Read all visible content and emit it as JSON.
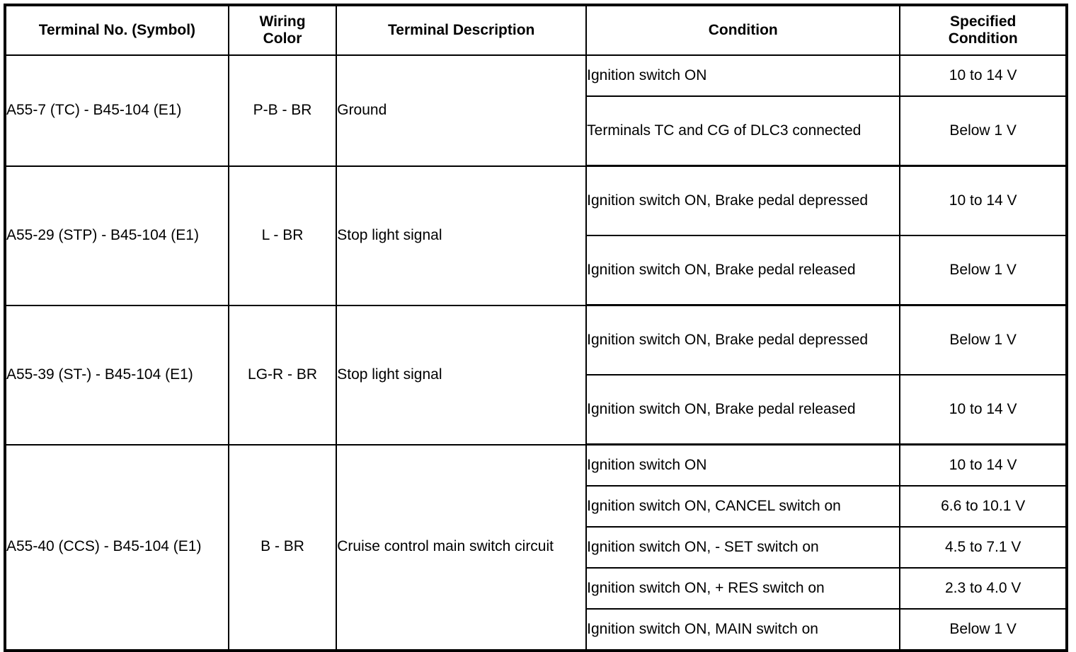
{
  "table": {
    "headers": [
      {
        "id": "terminal",
        "label": "Terminal No. (Symbol)",
        "lines": [
          "Terminal No. (Symbol)"
        ]
      },
      {
        "id": "wiring",
        "label": "Wiring Color",
        "lines": [
          "Wiring",
          "Color"
        ]
      },
      {
        "id": "description",
        "label": "Terminal Description",
        "lines": [
          "Terminal Description"
        ]
      },
      {
        "id": "condition",
        "label": "Condition",
        "lines": [
          "Condition"
        ]
      },
      {
        "id": "specified",
        "label": "Specified Condition",
        "lines": [
          "Specified",
          "Condition"
        ]
      }
    ],
    "groups": [
      {
        "terminal": "A55-7 (TC) - B45-104 (E1)",
        "wiring_color": "P-B - BR",
        "description": "Ground",
        "rows": [
          {
            "condition": "Ignition switch ON",
            "specified": "10 to 14 V"
          },
          {
            "condition": "Terminals TC and CG of DLC3 connected",
            "specified": "Below 1 V"
          }
        ]
      },
      {
        "terminal": "A55-29 (STP) - B45-104 (E1)",
        "wiring_color": "L - BR",
        "description": "Stop light signal",
        "rows": [
          {
            "condition": "Ignition switch ON, Brake pedal depressed",
            "specified": "10 to 14 V"
          },
          {
            "condition": "Ignition switch ON, Brake pedal released",
            "specified": "Below 1 V"
          }
        ]
      },
      {
        "terminal": "A55-39 (ST-) - B45-104 (E1)",
        "wiring_color": "LG-R - BR",
        "description": "Stop light signal",
        "rows": [
          {
            "condition": "Ignition switch ON, Brake pedal depressed",
            "specified": "Below 1 V"
          },
          {
            "condition": "Ignition switch ON, Brake pedal released",
            "specified": "10 to 14 V"
          }
        ]
      },
      {
        "terminal": "A55-40 (CCS) - B45-104 (E1)",
        "wiring_color": "B - BR",
        "description": "Cruise control main switch circuit",
        "rows": [
          {
            "condition": "Ignition switch ON",
            "specified": "10 to 14 V"
          },
          {
            "condition": "Ignition switch ON, CANCEL switch on",
            "specified": "6.6 to 10.1 V"
          },
          {
            "condition": "Ignition switch ON, - SET switch on",
            "specified": "4.5 to 7.1 V"
          },
          {
            "condition": "Ignition switch ON, + RES switch on",
            "specified": "2.3 to 4.0 V"
          },
          {
            "condition": "Ignition switch ON, MAIN switch on",
            "specified": "Below 1 V"
          }
        ]
      }
    ]
  },
  "colors": {
    "border": "#000000",
    "text": "#000000",
    "background": "#ffffff"
  }
}
